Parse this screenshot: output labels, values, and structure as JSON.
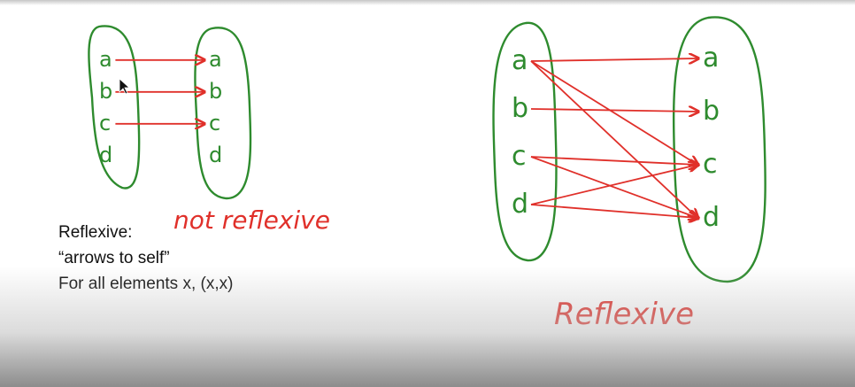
{
  "diagram_left": {
    "domain": [
      "a",
      "b",
      "c",
      "d"
    ],
    "codomain": [
      "a",
      "b",
      "c",
      "d"
    ],
    "arrows": [
      [
        "a",
        "a"
      ],
      [
        "b",
        "b"
      ],
      [
        "c",
        "c"
      ]
    ],
    "verdict": "not reflexive"
  },
  "diagram_right": {
    "domain": [
      "a",
      "b",
      "c",
      "d"
    ],
    "codomain": [
      "a",
      "b",
      "c",
      "d"
    ],
    "arrows": [
      [
        "a",
        "a"
      ],
      [
        "a",
        "c"
      ],
      [
        "a",
        "d"
      ],
      [
        "b",
        "b"
      ],
      [
        "c",
        "c"
      ],
      [
        "c",
        "d"
      ],
      [
        "d",
        "c"
      ],
      [
        "d",
        "d"
      ]
    ],
    "verdict": "Reflexive"
  },
  "definition": {
    "line1": "Reflexive:",
    "line2": "“arrows to self”",
    "line3": "For all elements x, (x,x)"
  },
  "colors": {
    "ink_green": "#2e8b2e",
    "ink_red": "#e0302a",
    "text": "#111111"
  }
}
